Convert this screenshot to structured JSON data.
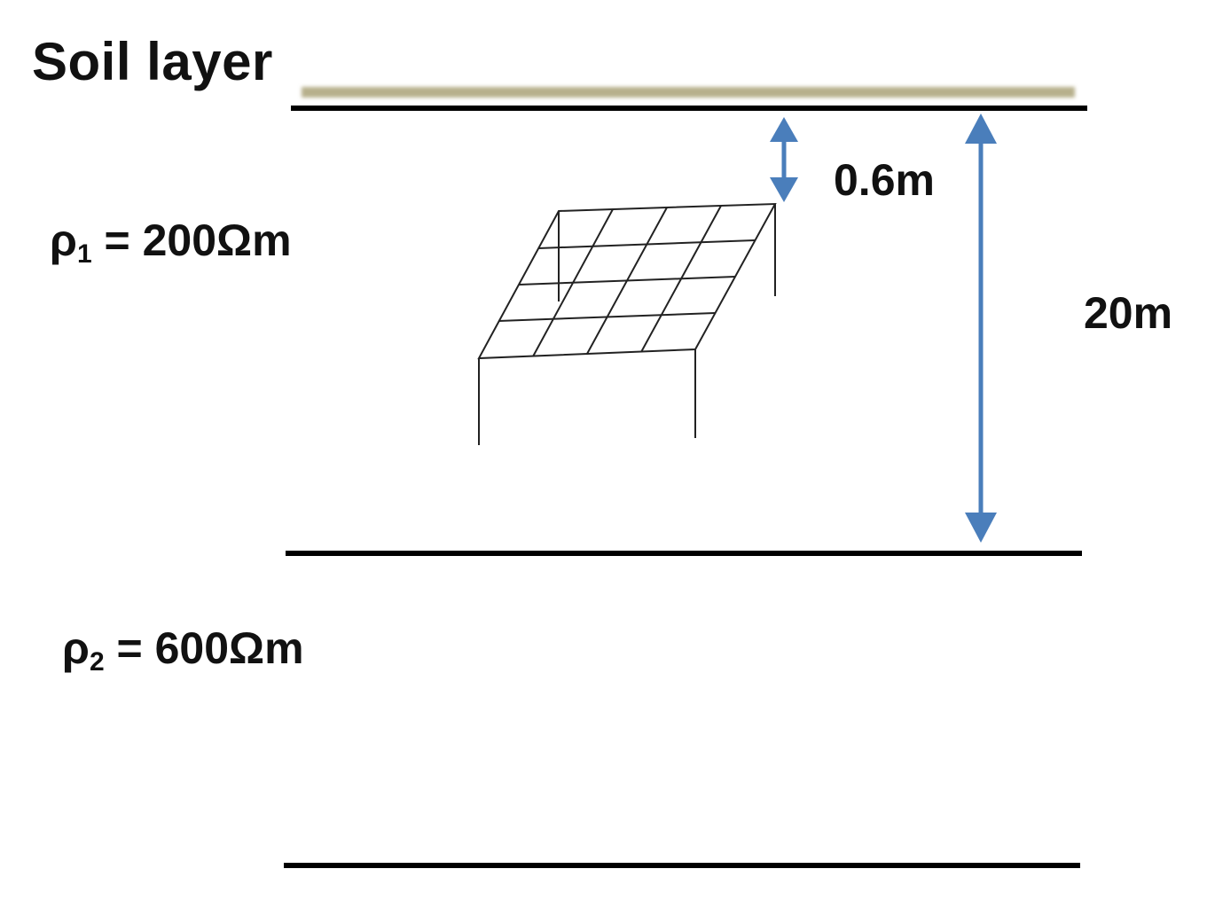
{
  "title": "Soil layer",
  "layers": [
    {
      "symbol": "ρ",
      "subscript": "1",
      "value_text": " = 200Ωm"
    },
    {
      "symbol": "ρ",
      "subscript": "2",
      "value_text": " = 600Ωm"
    }
  ],
  "dimensions": {
    "burial_depth": "0.6m",
    "layer_thickness": "20m"
  },
  "colors": {
    "surface_strip": "#b7b08c",
    "boundary_line": "#000000",
    "arrow": "#4a7ebb",
    "grid": "#222222"
  },
  "icons": [
    "grounding-grid",
    "double-arrow"
  ]
}
